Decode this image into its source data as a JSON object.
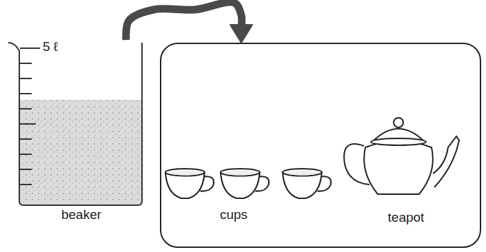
{
  "diagram": {
    "nodes": [
      {
        "text": [
          "5 ℓ",
          "beaker"
        ]
      },
      {
        "text": [
          "cups",
          "teapot"
        ]
      }
    ],
    "edges": [
      {
        "from": 0,
        "to": 1,
        "arrow": "to"
      }
    ]
  }
}
